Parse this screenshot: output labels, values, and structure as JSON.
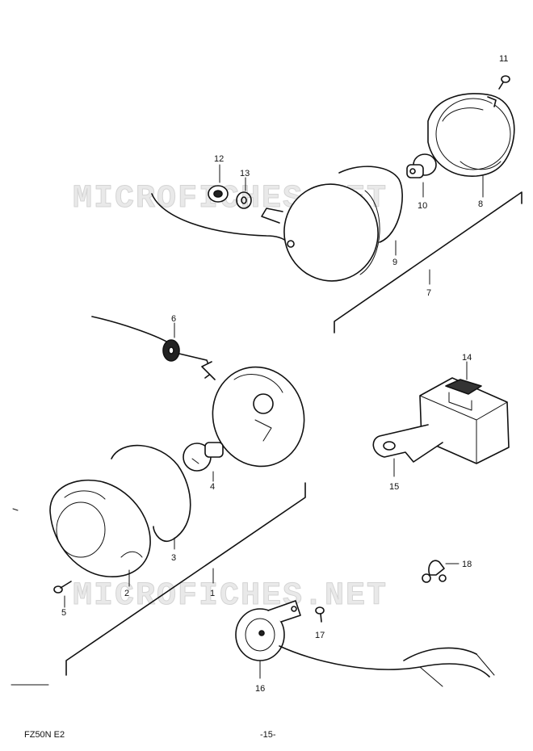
{
  "watermark": "MICROFICHES.NET",
  "footer": {
    "model": "FZ50N E2",
    "page": "-15-"
  },
  "labels": {
    "p1": "1",
    "p2": "2",
    "p3": "3",
    "p4": "4",
    "p5": "5",
    "p6": "6",
    "p7": "7",
    "p8": "8",
    "p9": "9",
    "p10": "10",
    "p11": "11",
    "p12": "12",
    "p13": "13",
    "p14": "14",
    "p15": "15",
    "p16": "16",
    "p17": "17",
    "p18": "18"
  }
}
